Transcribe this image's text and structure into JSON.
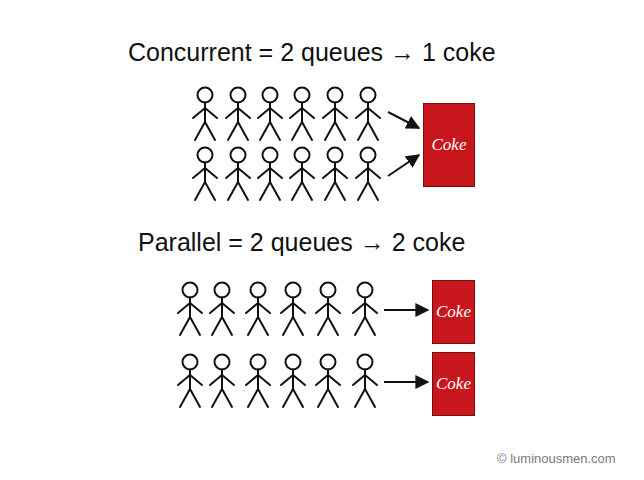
{
  "diagram": {
    "nodes": [
      {
        "text": [
          "Coke"
        ]
      },
      {
        "text": [
          "Coke"
        ]
      },
      {
        "text": [
          "Coke"
        ]
      }
    ],
    "labels": [
      "Concurrent = 2 queues → 1 coke",
      "Parallel = 2 queues → 2 coke",
      "© luminousmen.com"
    ]
  }
}
